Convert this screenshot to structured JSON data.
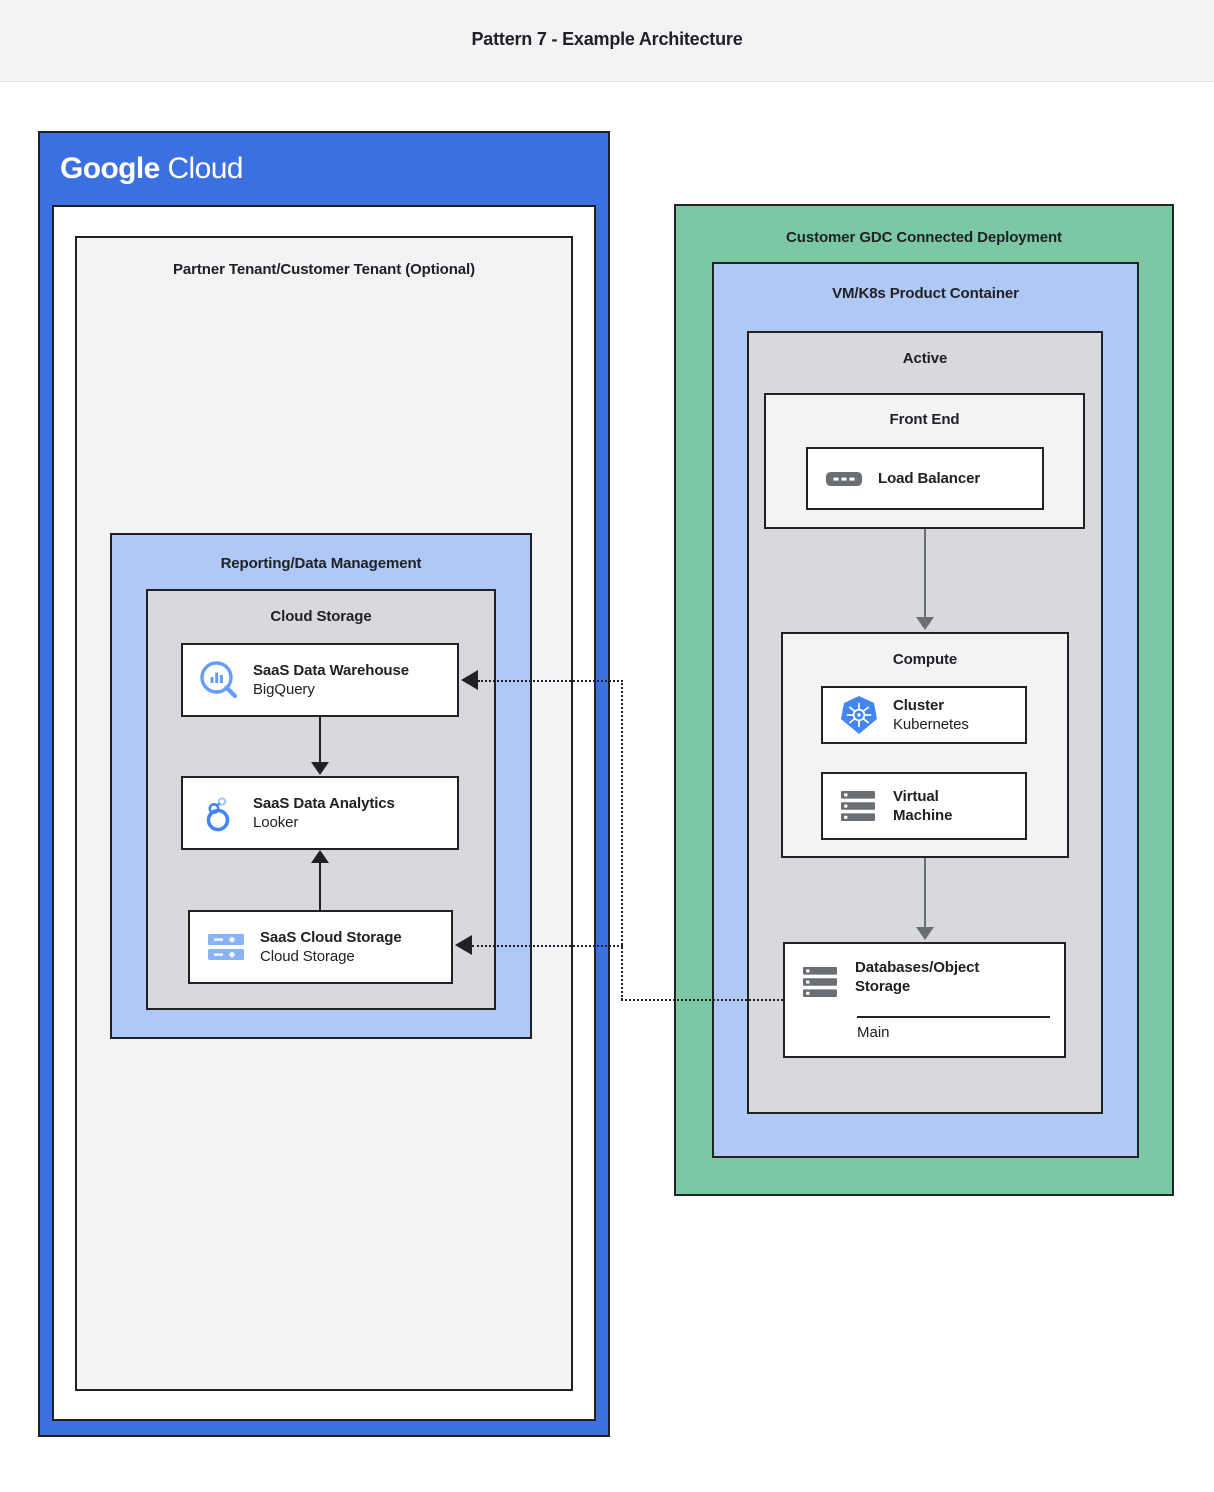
{
  "header": {
    "title": "Pattern 7 - Example Architecture"
  },
  "colors": {
    "header_bg": "#f1f3f4",
    "gcp_blue": "#3c6fe0",
    "light_blue": "#b0c8f5",
    "green": "#7cc8a4",
    "gray": "#d7d9dc",
    "light_gray": "#f1f3f4",
    "border": "#212121",
    "icon_blue": "#669df6",
    "icon_gray": "#6b6f73"
  },
  "google_cloud": {
    "logo_bold": "Google",
    "logo_light": "Cloud",
    "tenant": {
      "title": "Partner Tenant/Customer Tenant (Optional)"
    },
    "reporting": {
      "title": "Reporting/Data Management",
      "cloud_storage": {
        "title": "Cloud Storage",
        "cards": [
          {
            "icon": "bigquery-icon",
            "title": "SaaS Data Warehouse",
            "subtitle": "BigQuery"
          },
          {
            "icon": "looker-icon",
            "title": "SaaS Data Analytics",
            "subtitle": "Looker"
          },
          {
            "icon": "cloud-storage-icon",
            "title": "SaaS Cloud Storage",
            "subtitle": "Cloud Storage"
          }
        ]
      }
    }
  },
  "gdc": {
    "title": "Customer GDC Connected Deployment",
    "product_container": {
      "title": "VM/K8s Product Container",
      "active": {
        "title": "Active",
        "front_end": {
          "title": "Front End",
          "card": {
            "icon": "load-balancer-icon",
            "title": "Load Balancer"
          }
        },
        "compute": {
          "title": "Compute",
          "cards": [
            {
              "icon": "kubernetes-icon",
              "title": "Cluster",
              "subtitle": "Kubernetes"
            },
            {
              "icon": "virtual-machine-icon",
              "title_line1": "Virtual",
              "title_line2": "Machine"
            }
          ]
        },
        "databases": {
          "icon": "database-storage-icon",
          "title_line1": "Databases/Object",
          "title_line2": "Storage",
          "footer": "Main"
        }
      }
    }
  },
  "connections": [
    {
      "from": "front-end",
      "to": "compute",
      "style": "solid"
    },
    {
      "from": "compute",
      "to": "databases-object-storage",
      "style": "solid"
    },
    {
      "from": "saas-data-warehouse",
      "to": "saas-data-analytics",
      "style": "solid"
    },
    {
      "from": "saas-cloud-storage",
      "to": "saas-data-analytics",
      "style": "solid"
    },
    {
      "from": "databases-object-storage",
      "to": "saas-data-warehouse",
      "style": "dotted"
    },
    {
      "from": "databases-object-storage",
      "to": "saas-cloud-storage",
      "style": "dotted"
    }
  ]
}
